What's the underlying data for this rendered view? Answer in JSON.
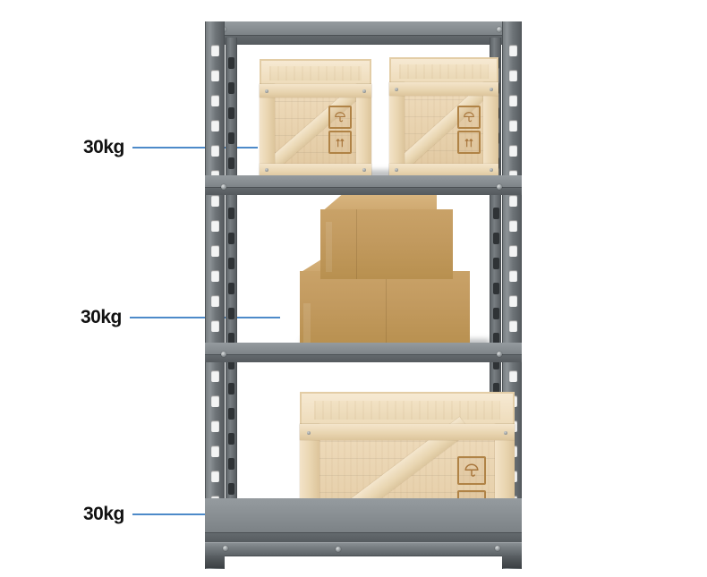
{
  "image": {
    "subject": "boltless steel shelving unit loaded with wooden crates and cardboard boxes",
    "background_color": "#ffffff"
  },
  "callouts": [
    {
      "name": "top-shelf-capacity",
      "label": "30kg",
      "leader_color": "#4d8ac9"
    },
    {
      "name": "middle-shelf-capacity",
      "label": "30kg",
      "leader_color": "#4d8ac9"
    },
    {
      "name": "bottom-shelf-capacity",
      "label": "30kg",
      "leader_color": "#4d8ac9"
    }
  ],
  "shelving": {
    "frame_color": "#6e7478",
    "deck_color": "#858b8f",
    "shelf_count": 4,
    "post_style": "slotted angle upright"
  },
  "cargo": {
    "wooden_crates": [
      {
        "name": "crate-top-left",
        "wood_color": "#e8d2ae",
        "markings": [
          "keep-dry-umbrella",
          "this-way-up-arrows"
        ]
      },
      {
        "name": "crate-top-right",
        "wood_color": "#e8d2ae",
        "markings": [
          "keep-dry-umbrella",
          "this-way-up-arrows"
        ]
      },
      {
        "name": "crate-bottom-large",
        "wood_color": "#e8d2ae",
        "markings": [
          "keep-dry-umbrella",
          "this-way-up-arrows"
        ]
      }
    ],
    "cardboard_boxes": [
      {
        "name": "carton-upper",
        "color": "#c29a5f"
      },
      {
        "name": "carton-lower",
        "color": "#b8904f"
      }
    ]
  }
}
